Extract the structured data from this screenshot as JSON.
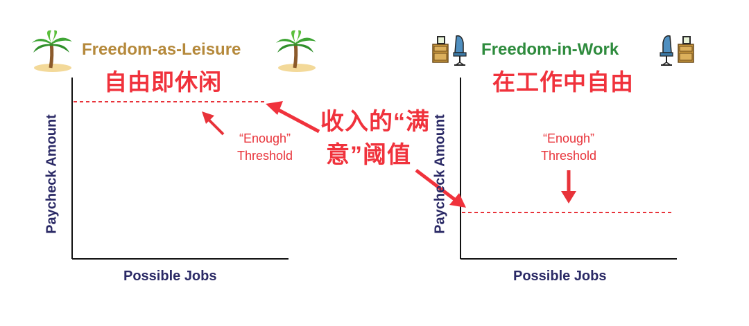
{
  "left_panel": {
    "title": "Freedom-as-Leisure",
    "chinese_title": "自由即休闲",
    "threshold_label_line1": "“Enough”",
    "threshold_label_line2": "Threshold",
    "x_axis_label": "Possible Jobs",
    "y_axis_label": "Paycheck Amount",
    "icon": "palm-tree-icon"
  },
  "right_panel": {
    "title": "Freedom-in-Work",
    "chinese_title": "在工作中自由",
    "threshold_label_line1": "“Enough”",
    "threshold_label_line2": "Threshold",
    "x_axis_label": "Possible Jobs",
    "y_axis_label": "Paycheck Amount",
    "icon": "desk-chair-icon"
  },
  "center_annotation": {
    "line1": "收入的“满",
    "line2": "意”阈值"
  },
  "colors": {
    "leisure_title": "#b5893b",
    "work_title": "#2e8b3d",
    "annotation_red": "#f0323c",
    "axis_label_navy": "#2b2a66"
  }
}
